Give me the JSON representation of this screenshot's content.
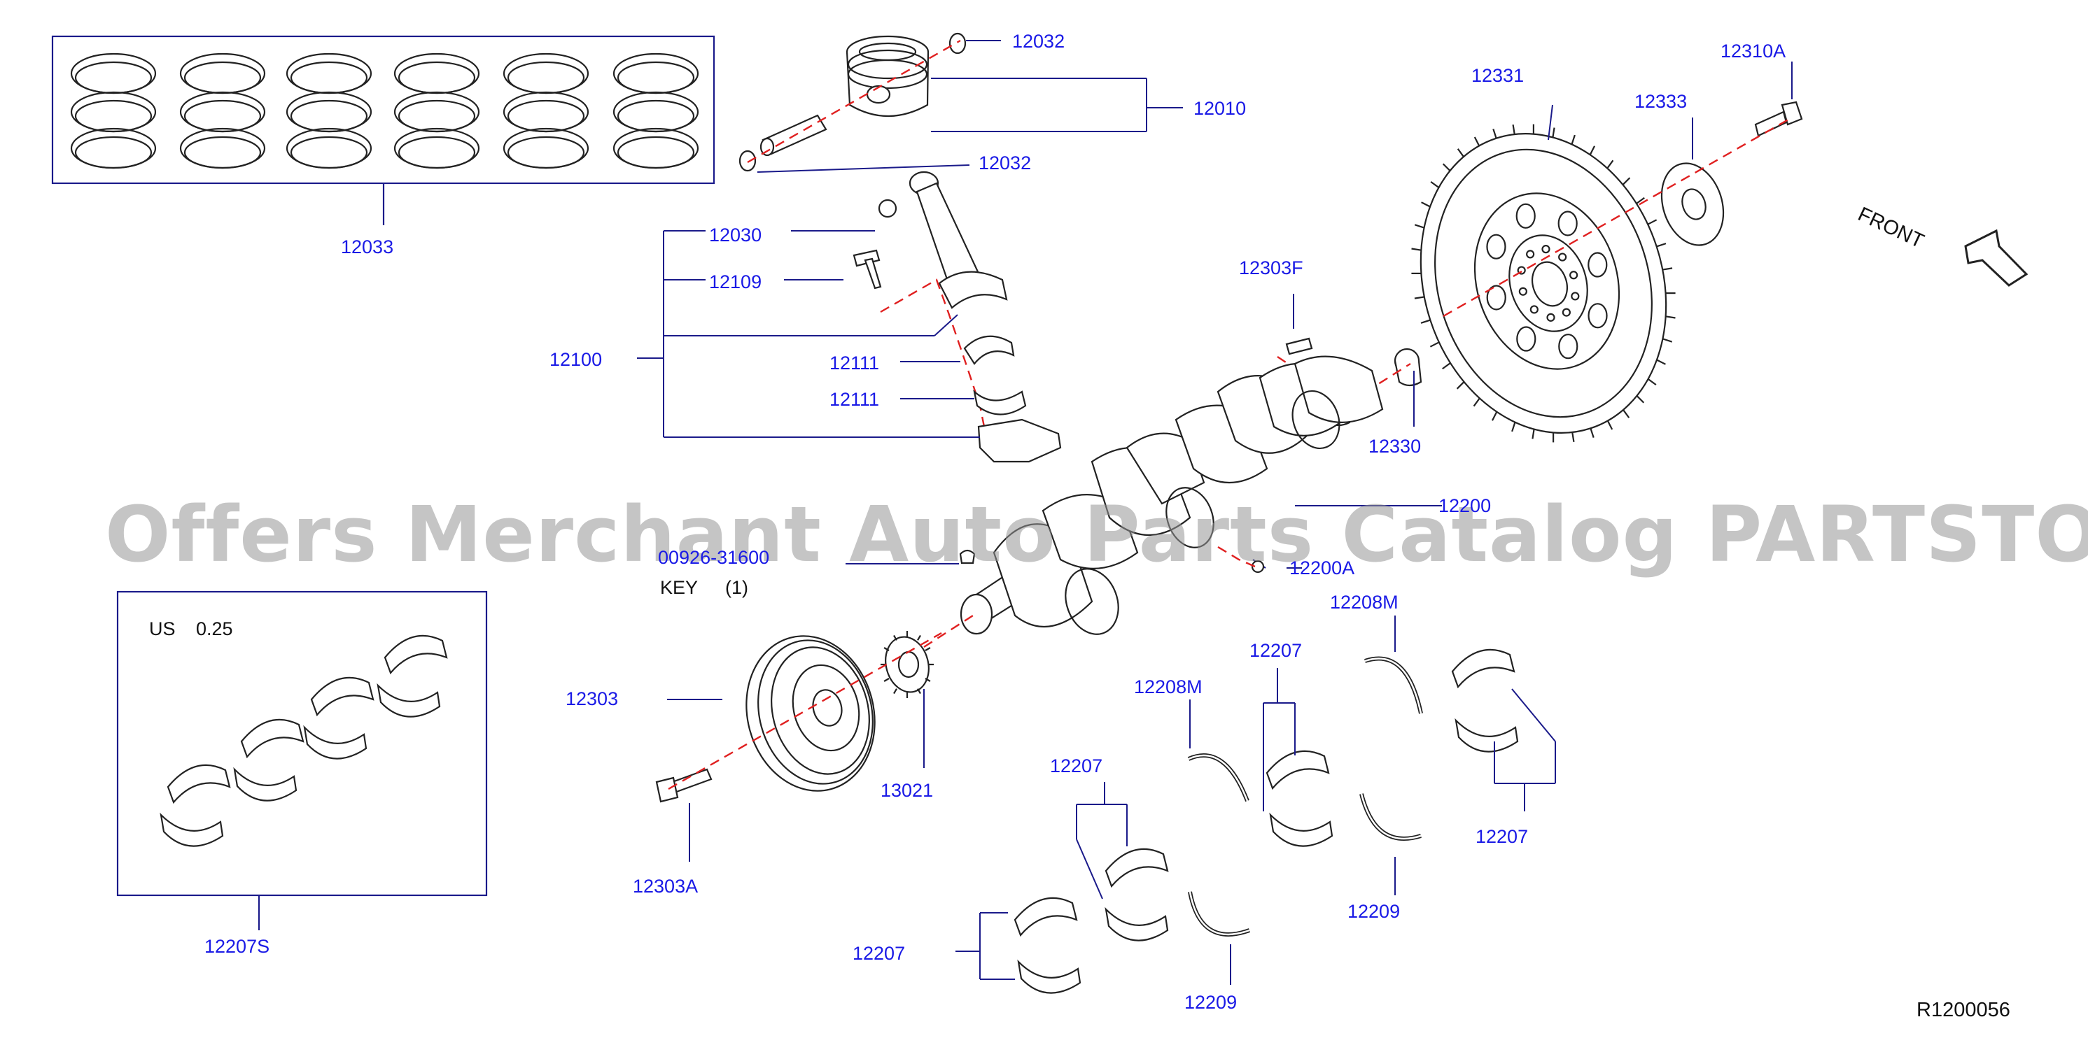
{
  "labels": {
    "p12033": "12033",
    "p12032_top": "12032",
    "p12010": "12010",
    "p12032_bottom": "12032",
    "p12030": "12030",
    "p12109": "12109",
    "p12100": "12100",
    "p12111_a": "12111",
    "p12111_b": "12111",
    "p12331": "12331",
    "p12310A": "12310A",
    "p12333": "12333",
    "p12303F": "12303F",
    "p12330": "12330",
    "p12200": "12200",
    "p00926": "00926-31600",
    "key_text": "KEY",
    "key_qty": "(1)",
    "p12200A": "12200A",
    "p12208M_a": "12208M",
    "p12207_a": "12207",
    "p12208M_b": "12208M",
    "p12207_b": "12207",
    "p12207_c": "12207",
    "p12209_a": "12209",
    "p12207_d": "12207",
    "p12209_b": "12209",
    "p12303": "12303",
    "p13021": "13021",
    "p12303A": "12303A",
    "us_text": "US",
    "us_value": "0.25",
    "p12207S": "12207S",
    "front": "FRONT",
    "ref": "R1200056"
  },
  "watermark": "Offers Merchant Auto Parts Catalog PARTSTORE.SA",
  "colors": {
    "label": "#1a1ae6",
    "leader": "#1a1a8a",
    "centerline": "#e02020",
    "part_outline": "#222222",
    "watermark": "#969696"
  }
}
